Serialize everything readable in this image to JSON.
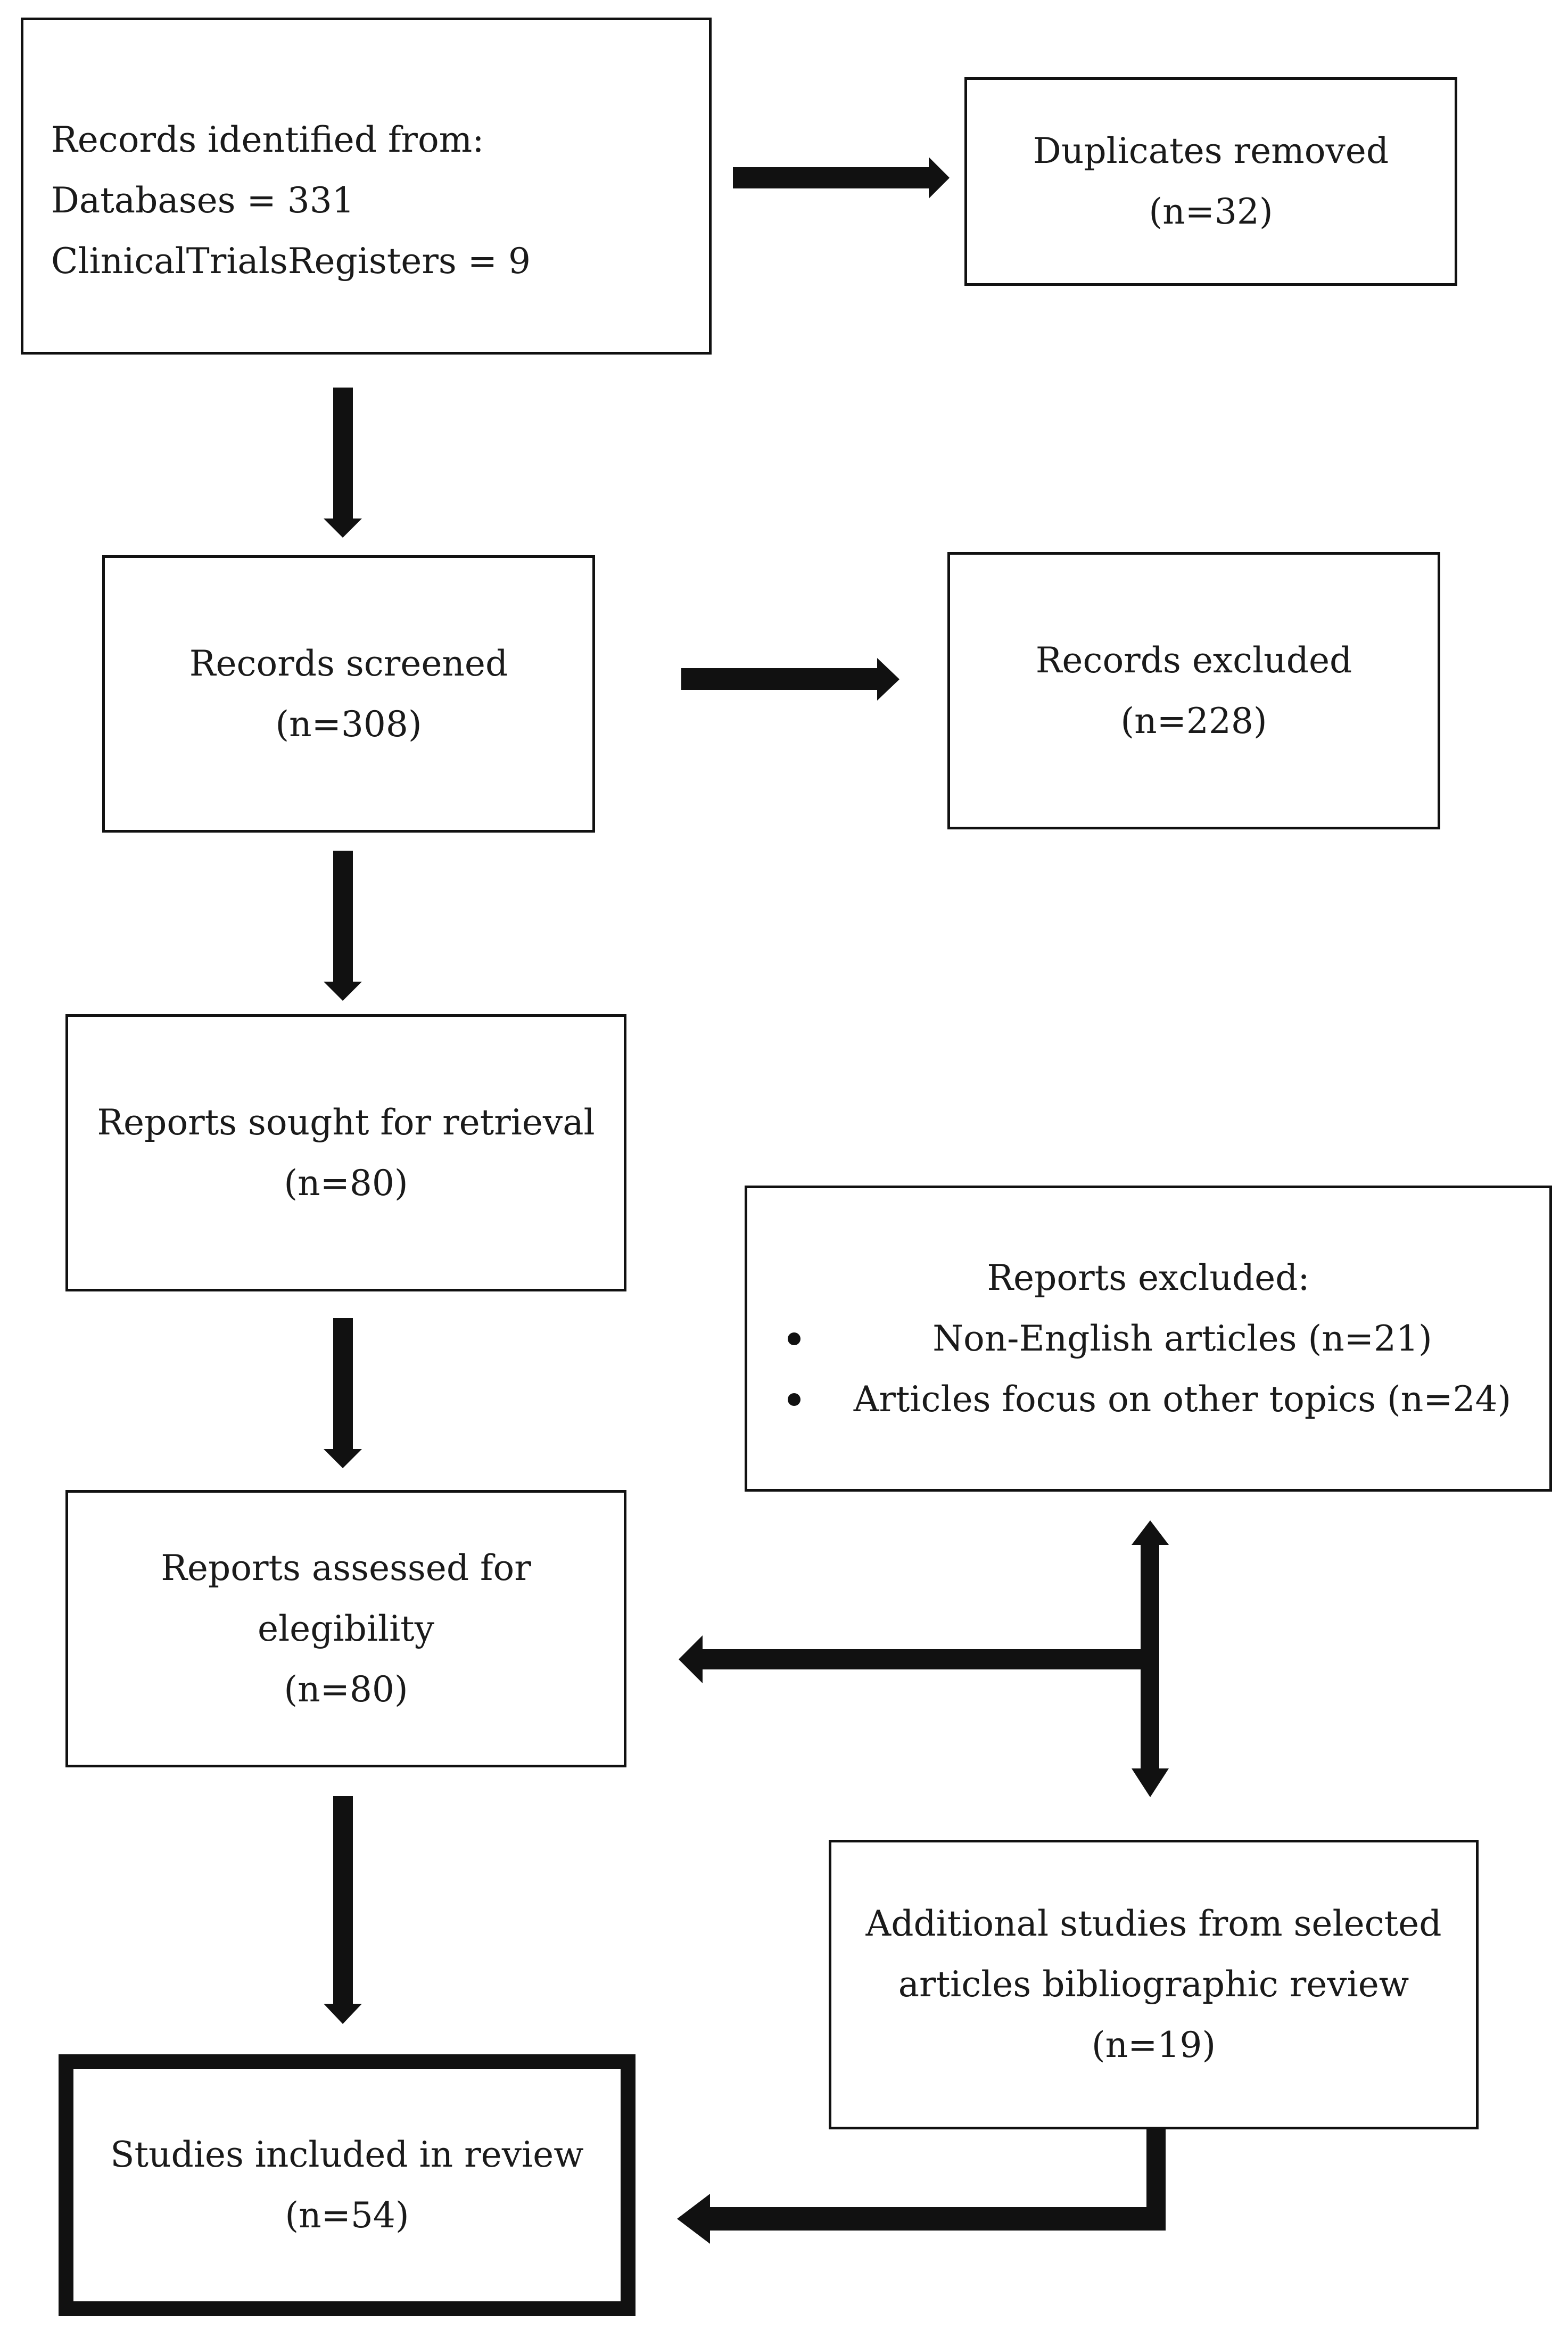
{
  "identification": {
    "heading": "Records identified from:",
    "sources": [
      "Databases = 331",
      "ClinicalTrialsRegisters = 9"
    ]
  },
  "duplicates": {
    "label": "Duplicates removed",
    "count": "(n=32)"
  },
  "screened": {
    "label": "Records screened",
    "count": "(n=308)"
  },
  "excluded": {
    "label": "Records excluded",
    "count": "(n=228)"
  },
  "retrieval": {
    "label": "Reports sought for retrieval",
    "count": "(n=80)"
  },
  "reports_excluded": {
    "heading": "Reports excluded:",
    "reasons": [
      "Non-English articles (n=21)",
      "Articles focus on other topics (n=24)"
    ]
  },
  "assessed": {
    "label_line1": "Reports assessed for",
    "label_line2": "elegibility",
    "count": "(n=80)"
  },
  "additional": {
    "label_line1": "Additional studies from selected",
    "label_line2": "articles bibliographic review",
    "count": "(n=19)"
  },
  "included": {
    "label": "Studies included in review",
    "count": "(n=54)"
  },
  "colors": {
    "stroke": "#111111",
    "background": "#ffffff"
  }
}
